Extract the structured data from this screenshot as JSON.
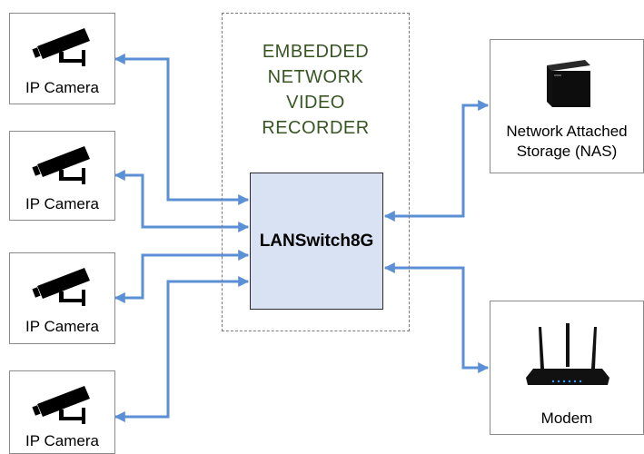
{
  "colors": {
    "connector": "#5b8fd6",
    "title": "#375623",
    "switch_fill": "#d9e2f3"
  },
  "nvr_title": "EMBEDDED\nNETWORK\nVIDEO\nRECORDER",
  "switch_label": "LANSwitch8G",
  "cameras": [
    {
      "label": "IP Camera",
      "icon": "cctv-camera-icon"
    },
    {
      "label": "IP Camera",
      "icon": "cctv-camera-icon"
    },
    {
      "label": "IP Camera",
      "icon": "cctv-camera-icon"
    },
    {
      "label": "IP Camera",
      "icon": "cctv-camera-icon"
    }
  ],
  "nas": {
    "label": "Network Attached\nStorage (NAS)",
    "icon": "nas-enclosure-icon"
  },
  "modem": {
    "label": "Modem",
    "icon": "wifi-router-icon"
  }
}
